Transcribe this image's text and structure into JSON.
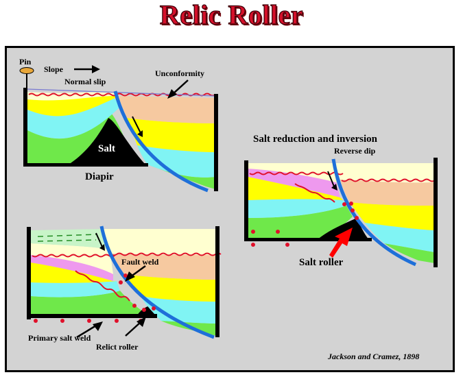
{
  "title": "Relic Roller",
  "labels": {
    "pin": "Pin",
    "slope": "Slope",
    "normal_slip": "Normal slip",
    "unconformity": "Unconformity",
    "salt": "Salt",
    "diapir": "Diapir",
    "salt_reduction": "Salt reduction and inversion",
    "reverse_dip": "Reverse dip",
    "salt_roller": "Salt roller",
    "fault_weld": "Fault weld",
    "primary_salt_weld": "Primary salt weld",
    "relict_roller": "Relict roller",
    "citation": "Jackson and Cramez, 1898"
  },
  "colors": {
    "title": "#d4102a",
    "panel": "#d3d3d3",
    "fault": "#1e6fd9",
    "unconformity": "#e0102a",
    "salt": "#000000",
    "layer_peach": "#f6c9a0",
    "layer_yellow": "#ffff00",
    "layer_cyan": "#80f4f4",
    "layer_green": "#6fe84a",
    "layer_cream": "#ffffd0",
    "layer_pink": "#ee99ee",
    "arrow_red": "#ff0000"
  }
}
